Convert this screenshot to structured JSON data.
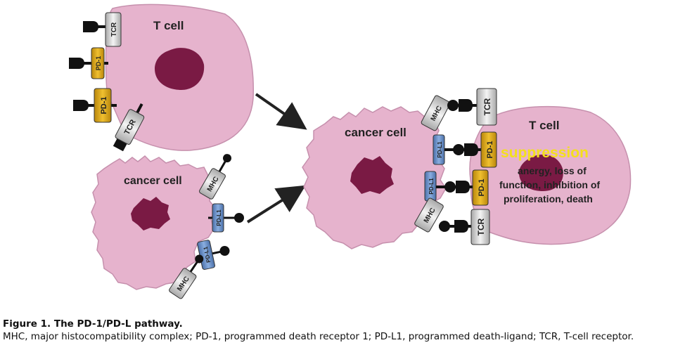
{
  "diagram": {
    "left_top": {
      "cell_label": "T cell",
      "receptors": [
        "TCR",
        "PD-1",
        "PD-1",
        "TCR"
      ]
    },
    "left_bottom": {
      "cell_label": "cancer cell",
      "receptors": [
        "MHC",
        "PD-L1",
        "PD-L1",
        "MHC"
      ]
    },
    "right_cancer": {
      "cell_label": "cancer cell",
      "receptors": [
        "MHC",
        "PD-L1",
        "PD-L1",
        "MHC"
      ]
    },
    "right_tcell": {
      "cell_label": "T cell",
      "receptors": [
        "TCR",
        "PD-1",
        "PD-1",
        "TCR"
      ],
      "suppression": "suppression",
      "effects": [
        "anergy, loss of",
        "function, inhibition of",
        "proliferation, death"
      ]
    },
    "colors": {
      "cell_fill": "#e6b3cd",
      "nucleus": "#7a1a44",
      "pd1": "#e0b020",
      "pdl1": "#6b8ec9",
      "tcr_mhc": "#e8e8e8",
      "suppression": "#f4e01a"
    }
  },
  "caption": {
    "title": "Figure 1. The PD-1/PD-L pathway.",
    "text": "MHC, major histocompatibility complex; PD-1, programmed death receptor 1; PD-L1, programmed death-ligand; TCR, T-cell receptor."
  }
}
